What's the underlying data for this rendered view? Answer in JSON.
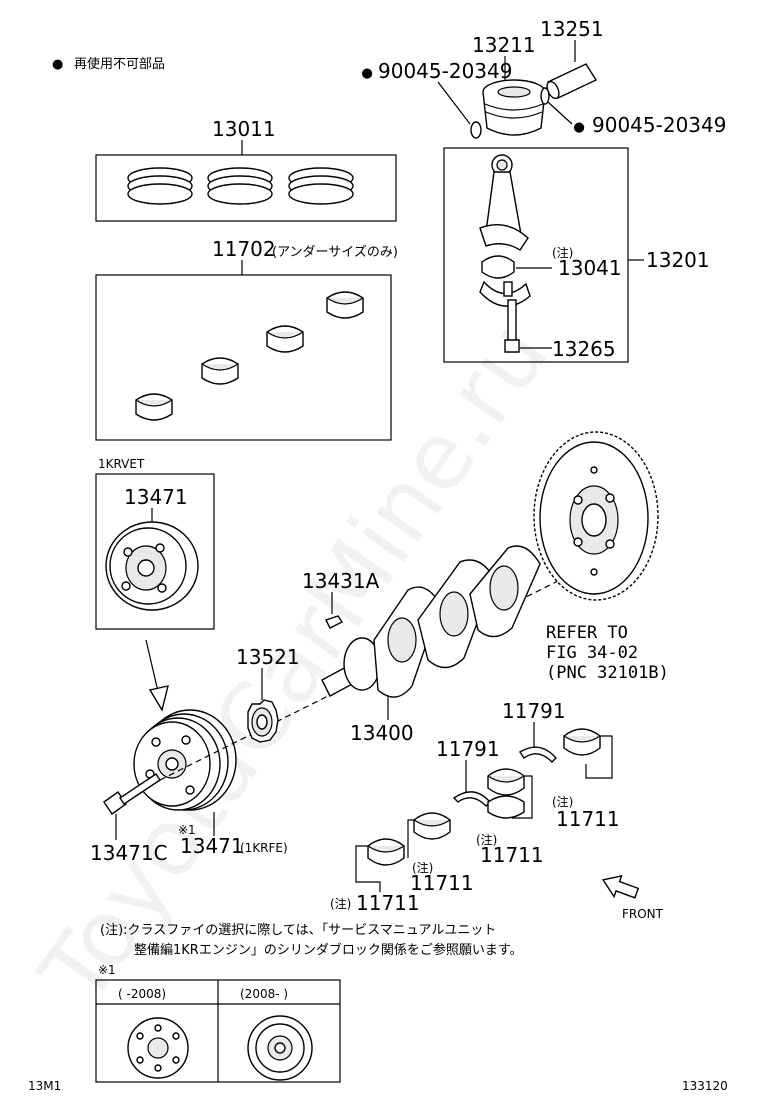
{
  "legend": {
    "marker": "●",
    "text": "再使用不可部品"
  },
  "watermark": "ToyotaCarMine.ru",
  "parts": {
    "p13251": "13251",
    "p13211": "13211",
    "p90045a": "90045-20349",
    "p90045b": "90045-20349",
    "p13011": "13011",
    "p11702": "11702",
    "p11702_note": "(アンダーサイズのみ)",
    "p13201": "13201",
    "p13041": "13041",
    "p13041_note": "(注)",
    "p13265": "13265",
    "p13471_top": "13471",
    "variant_1krvet": "1KRVET",
    "p13431a": "13431A",
    "p13521": "13521",
    "p13400": "13400",
    "p11791a": "11791",
    "p11791b": "11791",
    "p11711a": "11711",
    "p11711a_note": "(注)",
    "p11711b": "11711",
    "p11711b_note": "(注)",
    "p11711c": "11711",
    "p11711c_note": "(注)",
    "p11711d": "11711",
    "p11711d_note": "(注)",
    "p13471c": "13471C",
    "p13471_bottom": "13471",
    "p13471_bottom_variant": "(1KRFE)",
    "p13471_bottom_mark": "※1"
  },
  "refer": {
    "line1": "REFER TO",
    "line2": "FIG 34-02",
    "line3": "(PNC 32101B)"
  },
  "front_label": "FRONT",
  "note": {
    "line1": "(注):クラスファイの選択に際しては、「サービスマニュアルユニット",
    "line2": "整備編1KRエンジン」のシリンダブロック関係をご参照願います。"
  },
  "variants": {
    "mark": "※1",
    "col1": "(      -2008)",
    "col2": "(2008-      )"
  },
  "footer": {
    "left": "13M1",
    "right": "133120"
  }
}
